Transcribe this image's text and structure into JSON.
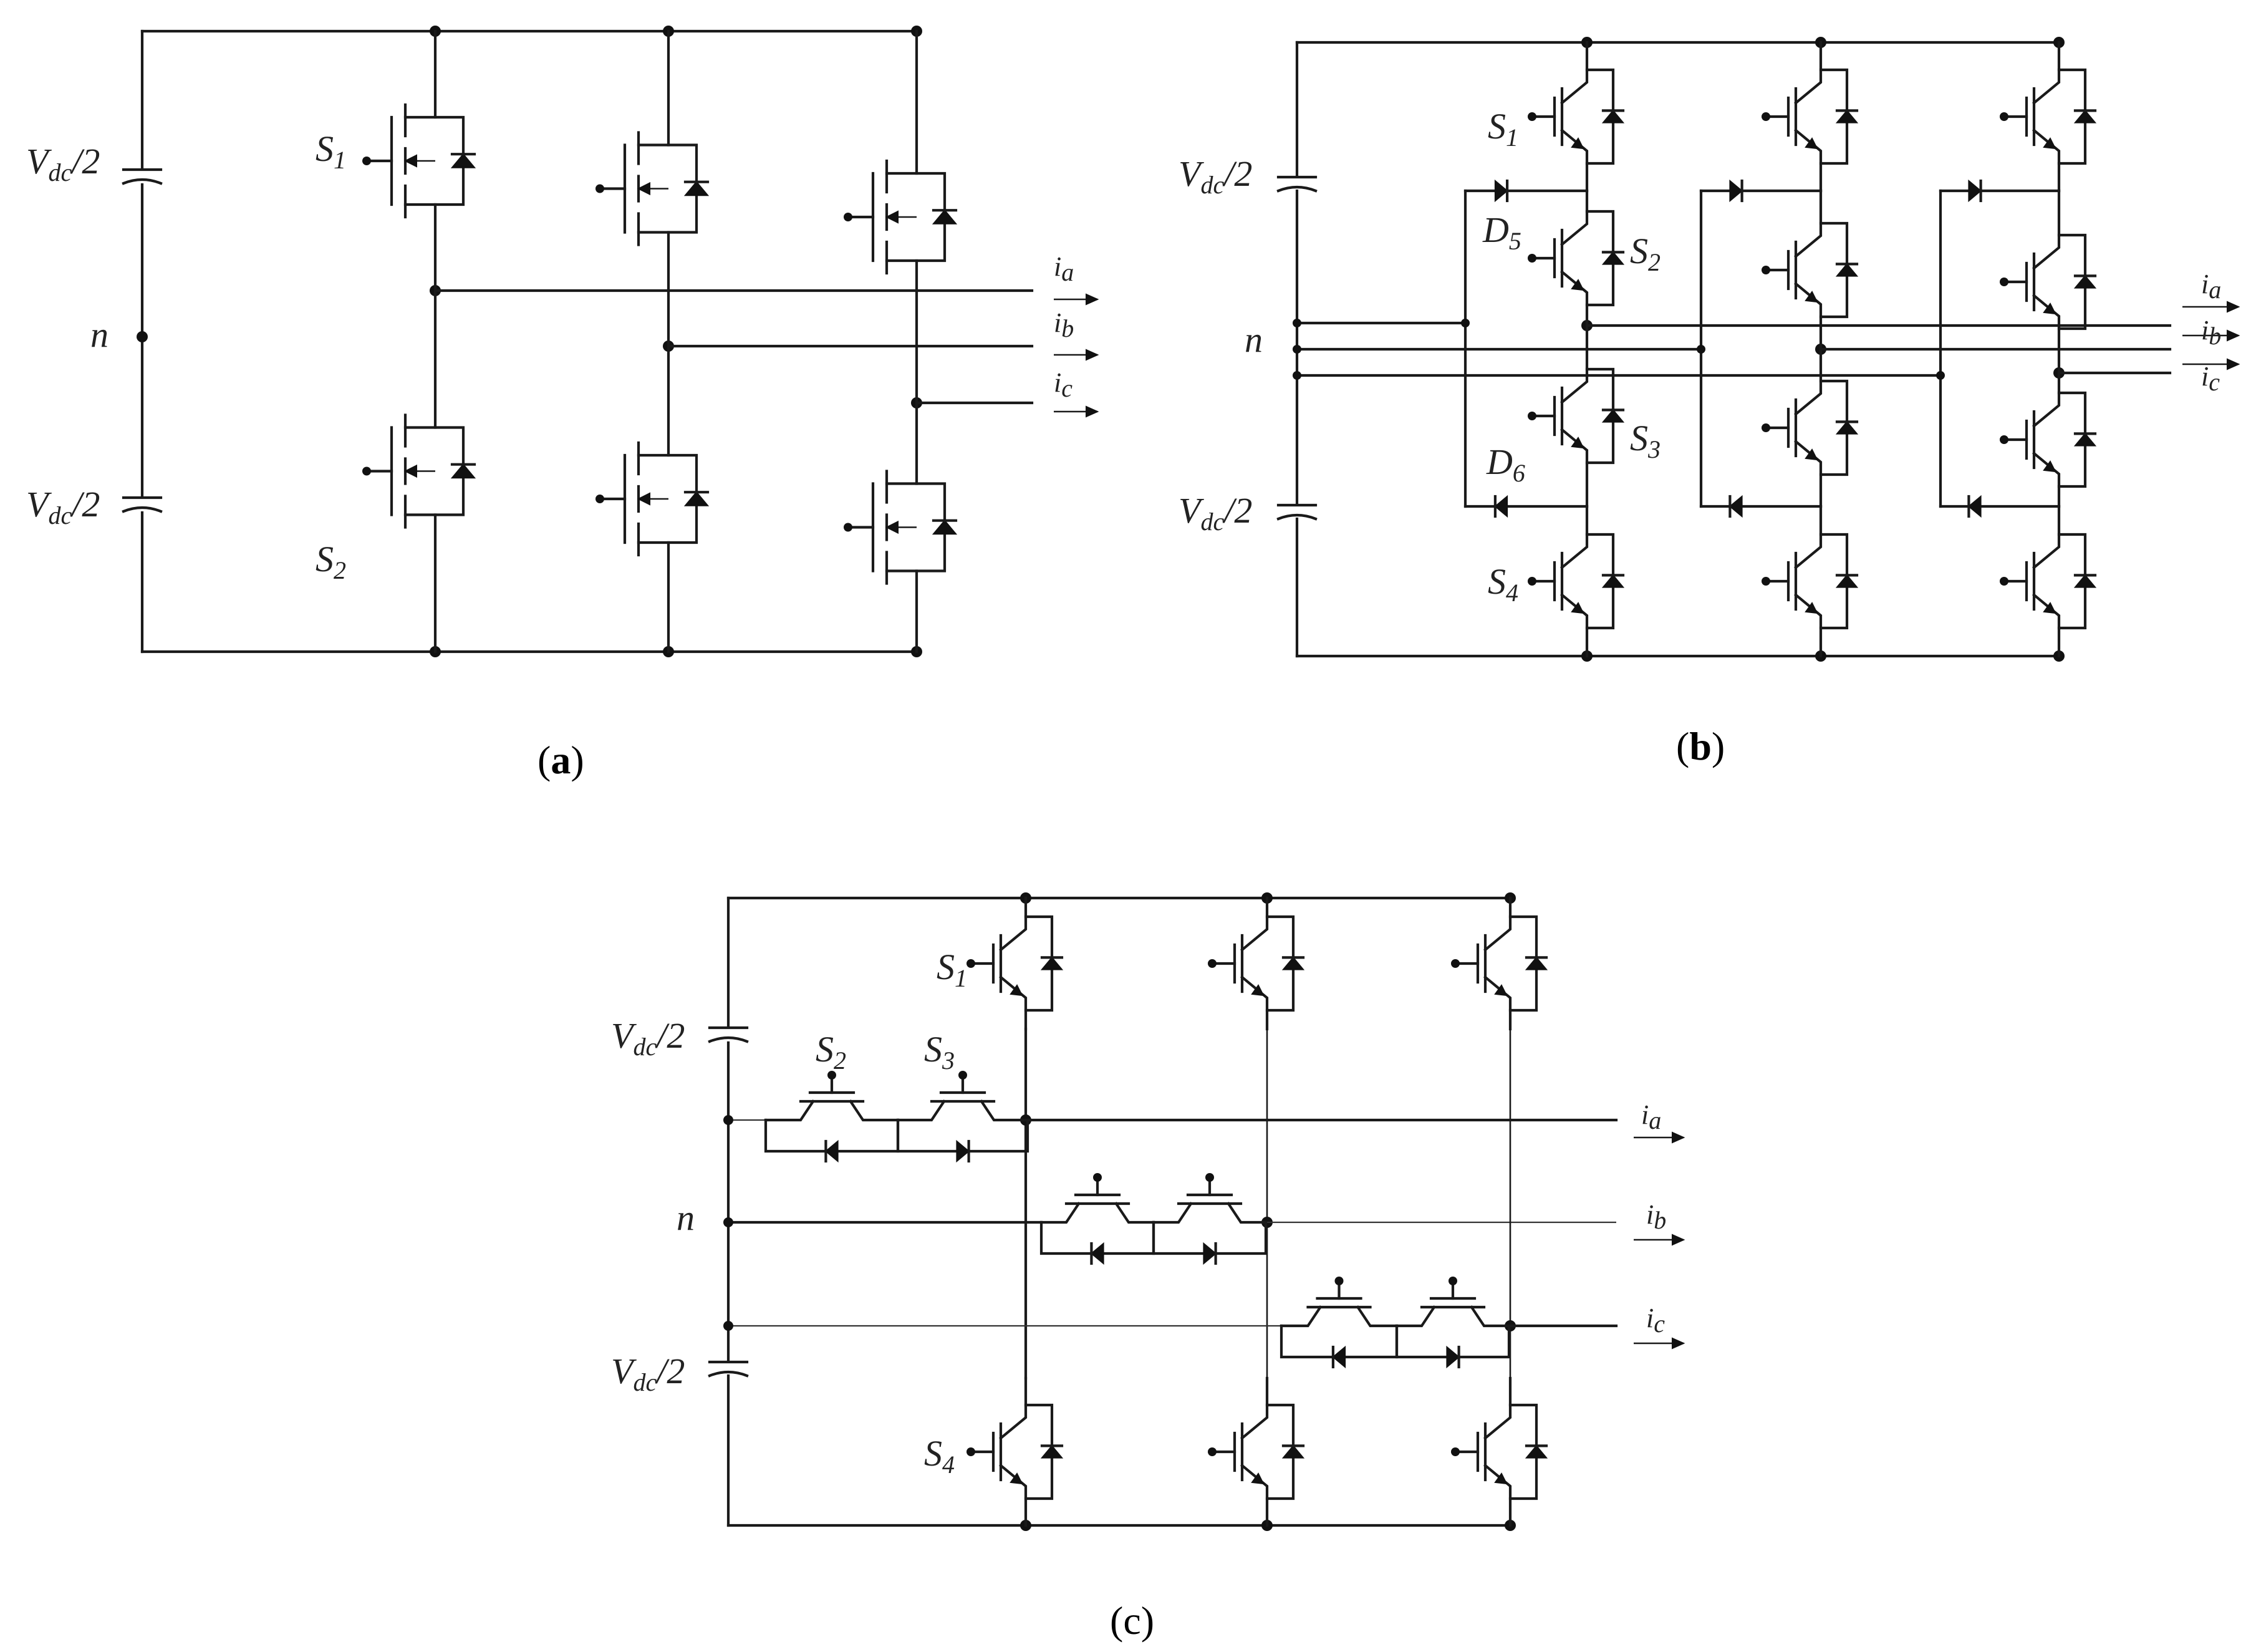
{
  "labels": {
    "vdc": "V",
    "vdc_sub": "dc",
    "vdc_tail": "/2",
    "neutral": "n",
    "s1": "S",
    "s1_sub": "1",
    "s2": "S",
    "s2_sub": "2",
    "s3": "S",
    "s3_sub": "3",
    "s4": "S",
    "s4_sub": "4",
    "d5": "D",
    "d5_sub": "5",
    "d6": "D",
    "d6_sub": "6",
    "ia": "i",
    "ia_sub": "a",
    "ib": "i",
    "ib_sub": "b",
    "ic": "i",
    "ic_sub": "c"
  },
  "captions": {
    "a_open": "(",
    "a": "a",
    "a_close": ")",
    "b_open": "(",
    "b": "b",
    "b_close": ")",
    "c": "(c)"
  }
}
